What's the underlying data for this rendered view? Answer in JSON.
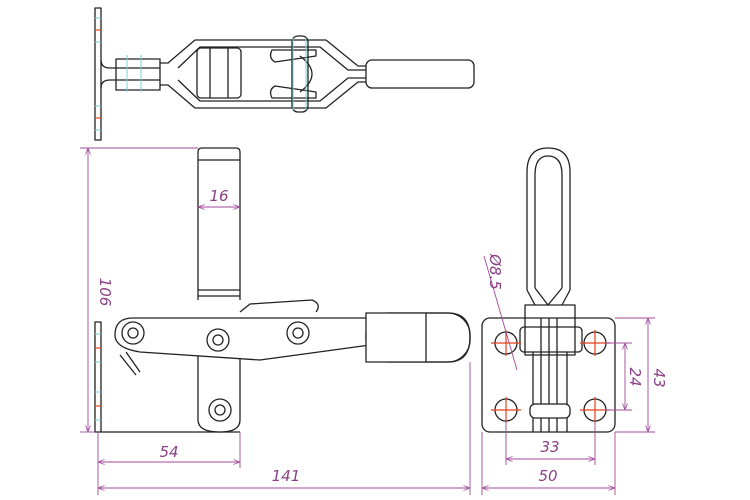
{
  "drawing": {
    "title": "Vertical toggle clamp technical drawing",
    "colors": {
      "outline": "#222222",
      "dimension": "#a04a9a",
      "centerline": "#e8401c",
      "hidden": "#7ccfd8"
    },
    "dimensions": {
      "bar_width": "16",
      "total_height": "106",
      "base_to_bar": "54",
      "total_length": "141",
      "hole_diameter": "Ø8.5",
      "hole_spacing_vertical": "24",
      "base_height": "43",
      "hole_spacing_horizontal": "33",
      "base_width": "50"
    }
  }
}
